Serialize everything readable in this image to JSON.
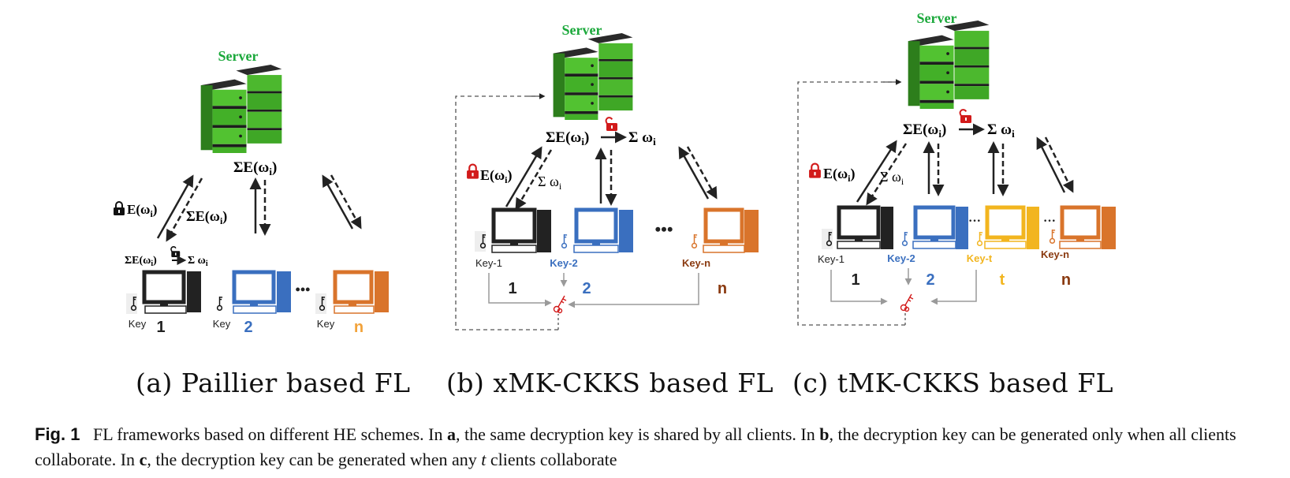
{
  "panels": [
    {
      "server_label": "Server",
      "sum_enc": "ΣE(ω",
      "enc": "E(ω",
      "sum_enc_arrow": "ΣE(ω",
      "sum_plain": "Σ ω",
      "sub_i": "i",
      "close": ")",
      "clients": [
        "1",
        "2",
        "n"
      ],
      "key_labels": [
        "Key",
        "Key",
        "Key"
      ],
      "ellipsis": "•••",
      "subcaption": "(a) Paillier based FL"
    },
    {
      "server_label": "Server",
      "sum_enc": "ΣE(ω",
      "enc": "E(ω",
      "sum_plain": "Σ ω",
      "sub_i": "i",
      "close": ")",
      "clients": [
        "1",
        "2",
        "n"
      ],
      "key_labels": [
        "Key-1",
        "Key-2",
        "Key-n"
      ],
      "ellipsis": "•••",
      "subcaption": "(b) xMK-CKKS based FL"
    },
    {
      "server_label": "Server",
      "sum_enc": "ΣE(ω",
      "enc": "E(ω",
      "sum_plain": "Σ ω",
      "sub_i": "i",
      "close": ")",
      "clients": [
        "1",
        "2",
        "t",
        "n"
      ],
      "key_labels": [
        "Key-1",
        "Key-2",
        "Key-t",
        "Key-n"
      ],
      "ellipsis": "···",
      "subcaption": "(c) tMK-CKKS based FL"
    }
  ],
  "caption": {
    "label": "Fig. 1",
    "text_1": "FL frameworks based on different HE schemes. In ",
    "a": "a",
    "text_2": ", the same decryption key is shared by all clients. In ",
    "b": "b",
    "text_3": ", the decryption key can be generated only when all clients collaborate. In ",
    "c": "c",
    "text_4": ", the decryption key can be generated when any ",
    "t": "t",
    "text_5": " clients collaborate"
  },
  "colors": {
    "server_green": "#4cb82e",
    "server_dark": "#1d1d1d",
    "label_green": "#1aa83a",
    "client_black": "#222222",
    "client_blue": "#3a6fbf",
    "client_orange": "#d9742b",
    "client_gold": "#f2b51f",
    "key_brown": "#8a3a10",
    "lock_red": "#d21a1a",
    "gray_arrow": "#9a9a9a"
  },
  "icons": [
    "server-icon",
    "computer-icon",
    "key-icon",
    "lock-icon",
    "unlock-icon",
    "master-key-icon"
  ]
}
